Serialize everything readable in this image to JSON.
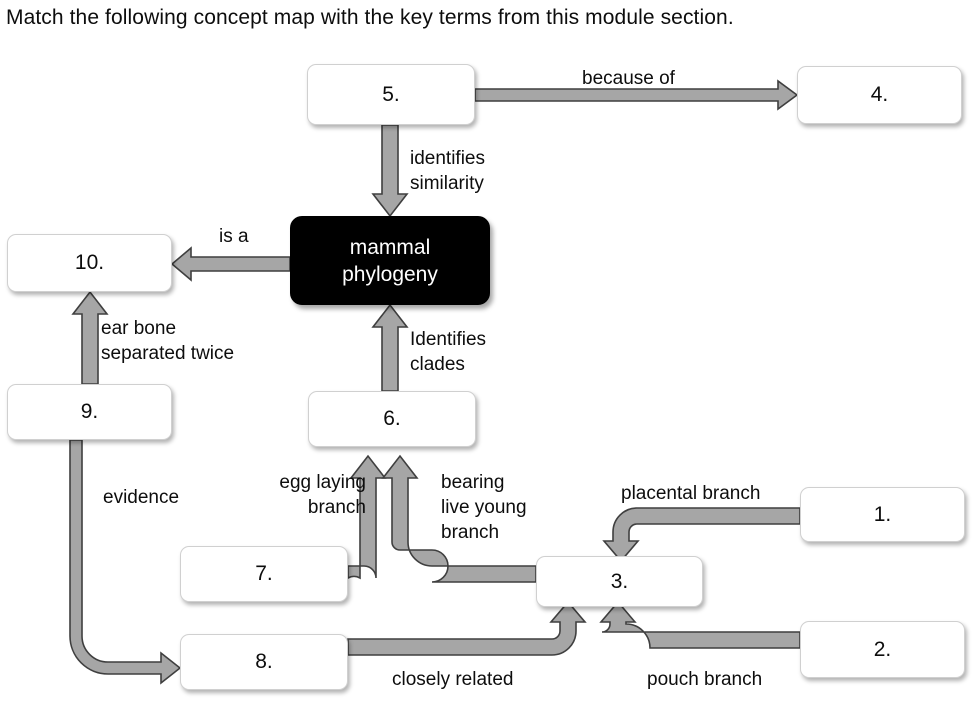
{
  "prompt": "Match the following concept map with the key terms from this module section.",
  "colors": {
    "arrow_fill": "#a6a6a6",
    "arrow_stroke": "#3f3f3f",
    "box_border": "#d0d0d0",
    "box_fill": "#ffffff",
    "center_fill": "#000000",
    "center_text": "#ffffff",
    "text": "#0d0d0d"
  },
  "nodes": [
    {
      "id": "n5",
      "label": "5."
    },
    {
      "id": "n4",
      "label": "4."
    },
    {
      "id": "center",
      "label": "mammal\nphylogeny"
    },
    {
      "id": "n10",
      "label": "10."
    },
    {
      "id": "n9",
      "label": "9."
    },
    {
      "id": "n6",
      "label": "6."
    },
    {
      "id": "n7",
      "label": "7."
    },
    {
      "id": "n8",
      "label": "8."
    },
    {
      "id": "n3",
      "label": "3."
    },
    {
      "id": "n1",
      "label": "1."
    },
    {
      "id": "n2",
      "label": "2."
    }
  ],
  "edges": [
    {
      "id": "e1",
      "from": "n5",
      "to": "n4",
      "label": "because of"
    },
    {
      "id": "e2",
      "from": "n5",
      "to": "center",
      "label": "identifies\nsimilarity"
    },
    {
      "id": "e3",
      "from": "center",
      "to": "n10",
      "label": "is a"
    },
    {
      "id": "e4",
      "from": "n9",
      "to": "n10",
      "label": "ear bone\nseparated twice"
    },
    {
      "id": "e5",
      "from": "n6",
      "to": "center",
      "label": "Identifies\nclades"
    },
    {
      "id": "e6",
      "from": "n7",
      "to": "n6",
      "label": "egg laying\nbranch"
    },
    {
      "id": "e7",
      "from": "n3",
      "to": "n6",
      "label": "bearing\nlive young\nbranch"
    },
    {
      "id": "e8",
      "from": "n9",
      "to": "n8",
      "label": "evidence"
    },
    {
      "id": "e9",
      "from": "n1",
      "to": "n3",
      "label": "placental branch"
    },
    {
      "id": "e10",
      "from": "n8",
      "to": "n3",
      "label": "closely related"
    },
    {
      "id": "e11",
      "from": "n2",
      "to": "n3",
      "label": "pouch branch"
    }
  ]
}
